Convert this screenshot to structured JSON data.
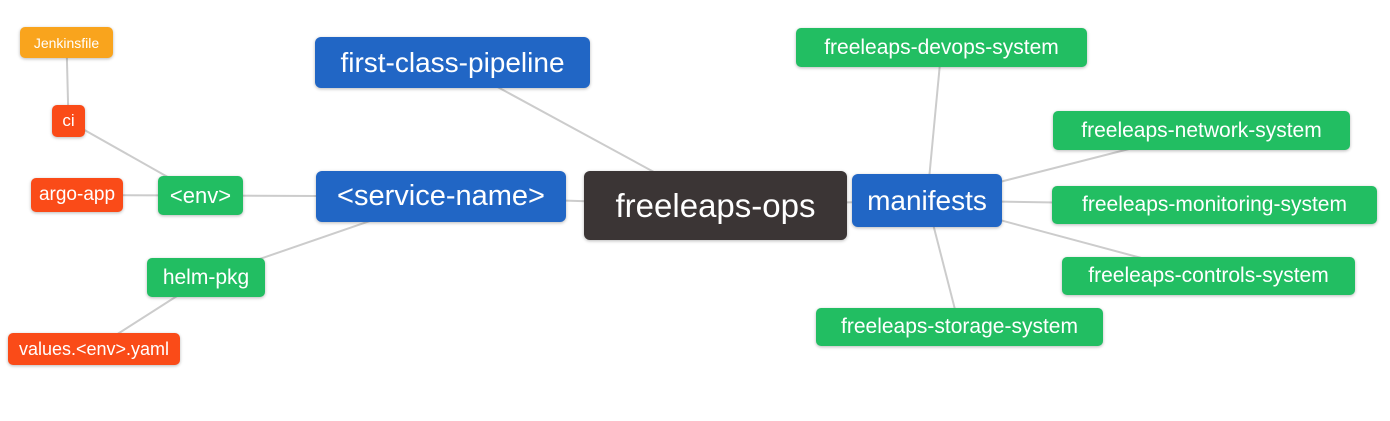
{
  "diagram": {
    "type": "mindmap",
    "root": "freeleaps-ops"
  },
  "colors": {
    "blue": "#2166C5",
    "green": "#22BE62",
    "red": "#FA4B18",
    "orange": "#F9A41D",
    "dark": "#3B3535",
    "line": "#CCCCCC",
    "background": "#FFFFFF",
    "text": "#FFFFFF"
  },
  "nodes": {
    "jenkinsfile": {
      "label": "Jenkinsfile",
      "color": "orange"
    },
    "ci": {
      "label": "ci",
      "color": "red"
    },
    "argo_app": {
      "label": "argo-app",
      "color": "red"
    },
    "env": {
      "label": "<env>",
      "color": "green"
    },
    "helm_pkg": {
      "label": "helm-pkg",
      "color": "green"
    },
    "values_yaml": {
      "label": "values.<env>.yaml",
      "color": "red"
    },
    "first_class": {
      "label": "first-class-pipeline",
      "color": "blue"
    },
    "service_name": {
      "label": "<service-name>",
      "color": "blue"
    },
    "freeleaps_ops": {
      "label": "freeleaps-ops",
      "color": "dark"
    },
    "manifests": {
      "label": "manifests",
      "color": "blue"
    },
    "devops_sys": {
      "label": "freeleaps-devops-system",
      "color": "green"
    },
    "network_sys": {
      "label": "freeleaps-network-system",
      "color": "green"
    },
    "monitoring_sys": {
      "label": "freeleaps-monitoring-system",
      "color": "green"
    },
    "controls_sys": {
      "label": "freeleaps-controls-system",
      "color": "green"
    },
    "storage_sys": {
      "label": "freeleaps-storage-system",
      "color": "green"
    }
  },
  "edges": [
    {
      "from": "jenkinsfile",
      "to": "ci"
    },
    {
      "from": "ci",
      "to": "env"
    },
    {
      "from": "argo_app",
      "to": "env"
    },
    {
      "from": "env",
      "to": "service_name"
    },
    {
      "from": "helm_pkg",
      "to": "service_name"
    },
    {
      "from": "values_yaml",
      "to": "helm_pkg"
    },
    {
      "from": "service_name",
      "to": "freeleaps_ops"
    },
    {
      "from": "first_class",
      "to": "freeleaps_ops"
    },
    {
      "from": "freeleaps_ops",
      "to": "manifests"
    },
    {
      "from": "manifests",
      "to": "devops_sys"
    },
    {
      "from": "manifests",
      "to": "network_sys"
    },
    {
      "from": "manifests",
      "to": "monitoring_sys"
    },
    {
      "from": "manifests",
      "to": "controls_sys"
    },
    {
      "from": "manifests",
      "to": "storage_sys"
    }
  ]
}
